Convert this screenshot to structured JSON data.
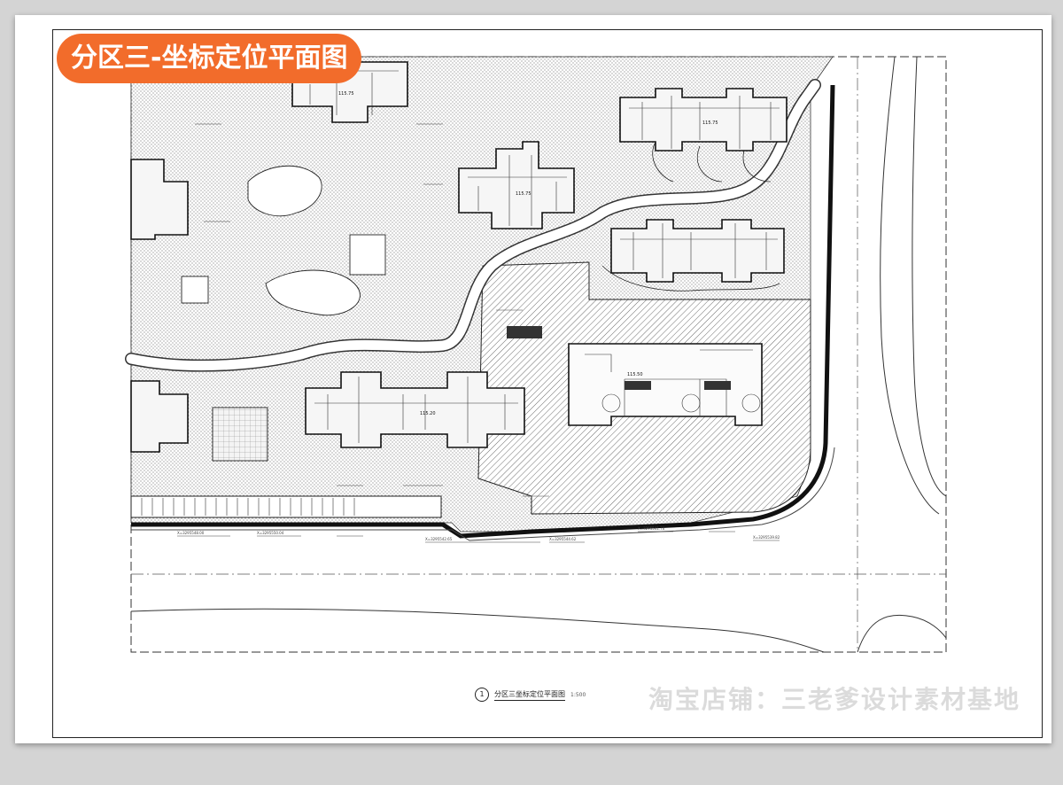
{
  "header": {
    "title": "分区三-坐标定位平面图"
  },
  "drawing": {
    "number": "1",
    "caption": "分区三坐标定位平面图",
    "scale": "1:500"
  },
  "buildings": [
    {
      "label": "115.75"
    },
    {
      "label": "115.75"
    },
    {
      "label": "115.75"
    },
    {
      "label": "115.50"
    },
    {
      "label": "115.20"
    }
  ],
  "watermark": "淘宝店铺：三老爹设计素材基地",
  "colors": {
    "accent": "#f26c2b",
    "line": "#222222",
    "hatch": "#9a9a9a"
  }
}
